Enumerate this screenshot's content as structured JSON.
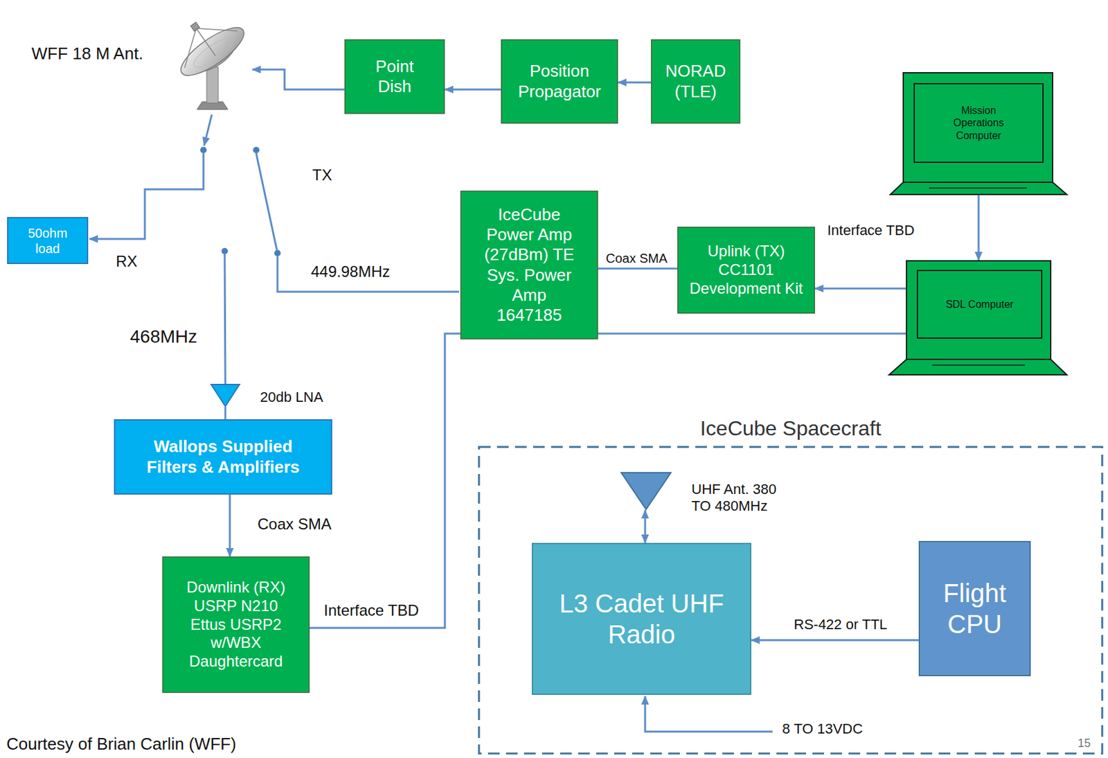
{
  "diagram": {
    "nodes": [
      {
        "text": [
          "WFF 18 M Ant."
        ]
      },
      {
        "text": [
          "Point Dish"
        ]
      },
      {
        "text": [
          "Position Propagator"
        ]
      },
      {
        "text": [
          "NORAD (TLE)"
        ]
      },
      {
        "text": [
          "Mission Operations Computer"
        ]
      },
      {
        "text": [
          "50ohm load"
        ]
      },
      {
        "text": [
          "IceCube Power Amp (27dBm) TE Sys. Power Amp 1647185"
        ]
      },
      {
        "text": [
          "Uplink (TX) CC1101 Development Kit"
        ]
      },
      {
        "text": [
          "SDL Computer"
        ]
      },
      {
        "text": [
          "20db LNA"
        ]
      },
      {
        "text": [
          "Wallops Supplied Filters & Amplifiers"
        ]
      },
      {
        "text": [
          "Downlink (RX) USRP N210 Ettus USRP2 w/WBX Daughtercard"
        ]
      },
      {
        "text": [
          "IceCube Spacecraft"
        ]
      },
      {
        "text": [
          "UHF Ant. 380 TO 480MHz"
        ],
        "in": 12
      },
      {
        "text": [
          "L3 Cadet UHF Radio"
        ],
        "in": 12
      },
      {
        "text": [
          "Flight CPU"
        ],
        "in": 12
      }
    ],
    "edges": [
      {
        "from": 3,
        "to": 2,
        "arrow": "to"
      },
      {
        "from": 2,
        "to": 1,
        "arrow": "to"
      },
      {
        "from": 1,
        "to": 0,
        "arrow": "to"
      },
      {
        "from": 4,
        "to": 8,
        "arrow": "to"
      },
      {
        "from": 8,
        "to": 7,
        "label": "Interface TBD",
        "arrow": "to"
      },
      {
        "from": 7,
        "to": 6,
        "label": "Coax SMA",
        "arrow": "none"
      },
      {
        "from": 10,
        "to": 11,
        "label": "Coax SMA",
        "arrow": "to"
      },
      {
        "from": 11,
        "to": 8,
        "label": "Interface TBD",
        "arrow": "none"
      },
      {
        "from": 15,
        "to": 14,
        "label": "RS-422 or TTL",
        "arrow": "to"
      },
      {
        "from": 13,
        "to": 14,
        "arrow": "both"
      }
    ],
    "labels": [
      "TX",
      "RX",
      "449.98MHz",
      "468MHz",
      "8 TO 13VDC",
      "Courtesy of Brian Carlin (WFF)",
      "15"
    ]
  }
}
